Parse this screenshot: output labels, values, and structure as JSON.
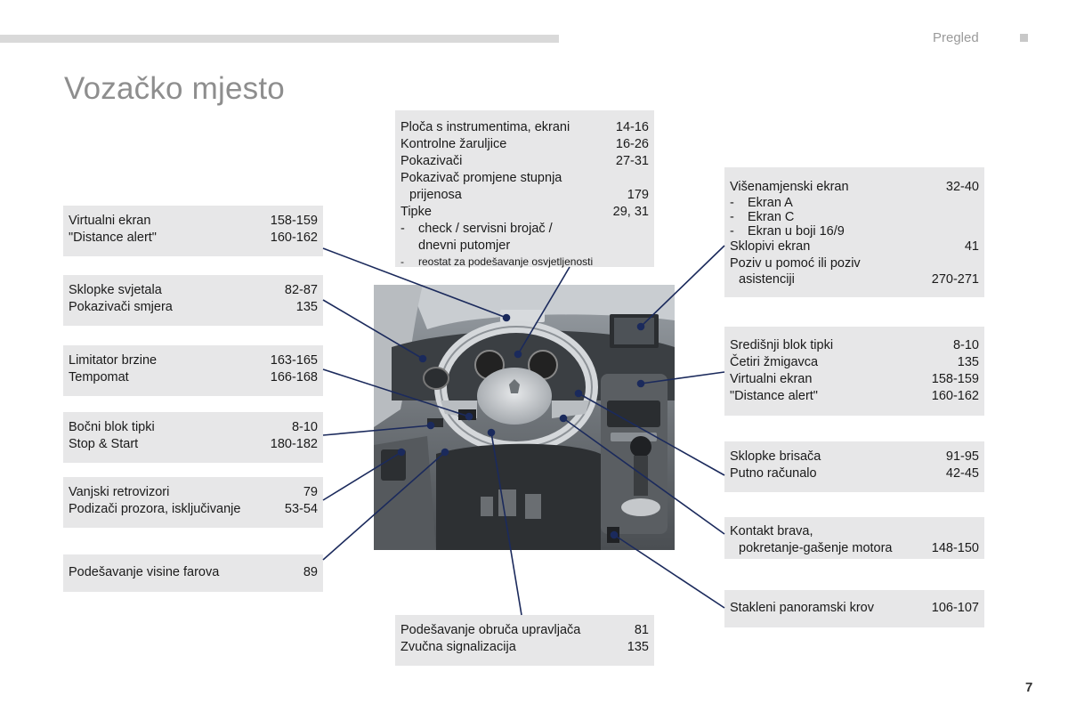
{
  "header": {
    "section_label": "Pregled"
  },
  "page": {
    "title": "Vozačko mjesto",
    "number": "7"
  },
  "boxes": {
    "top": {
      "rows": [
        {
          "label": "Ploča s instrumentima, ekrani",
          "page": "14-16"
        },
        {
          "label": "Kontrolne žaruljice",
          "page": "16-26"
        },
        {
          "label": "Pokazivači",
          "page": "27-31"
        },
        {
          "label": "Pokazivač promjene stupnja",
          "page": ""
        },
        {
          "label": "prijenosa",
          "page": "179"
        },
        {
          "label": "Tipke",
          "page": "29, 31"
        },
        {
          "label": "check / servisni brojač / dnevni putomjer",
          "page": ""
        },
        {
          "label": "reostat za podešavanje osvjetljenosti",
          "page": ""
        }
      ]
    },
    "left": [
      {
        "rows": [
          {
            "label": "Virtualni ekran",
            "page": "158-159"
          },
          {
            "label": "\"Distance alert\"",
            "page": "160-162"
          }
        ]
      },
      {
        "rows": [
          {
            "label": "Sklopke svjetala",
            "page": "82-87"
          },
          {
            "label": "Pokazivači smjera",
            "page": "135"
          }
        ]
      },
      {
        "rows": [
          {
            "label": "Limitator brzine",
            "page": "163-165"
          },
          {
            "label": "Tempomat",
            "page": "166-168"
          }
        ]
      },
      {
        "rows": [
          {
            "label": "Bočni blok tipki",
            "page": "8-10"
          },
          {
            "label": "Stop & Start",
            "page": "180-182"
          }
        ]
      },
      {
        "rows": [
          {
            "label": "Vanjski retrovizori",
            "page": "79"
          },
          {
            "label": "Podizači prozora, isključivanje",
            "page": "53-54"
          }
        ]
      },
      {
        "rows": [
          {
            "label": "Podešavanje visine farova",
            "page": "89"
          }
        ]
      }
    ],
    "right": [
      {
        "rows": [
          {
            "label": "Višenamjenski ekran",
            "page": "32-40"
          },
          {
            "label": "Ekran A",
            "page": ""
          },
          {
            "label": "Ekran C",
            "page": ""
          },
          {
            "label": "Ekran u boji 16/9",
            "page": ""
          },
          {
            "label": "Sklopivi ekran",
            "page": "41"
          },
          {
            "label": "Poziv u pomoć ili poziv",
            "page": ""
          },
          {
            "label": "asistenciji",
            "page": "270-271"
          }
        ]
      },
      {
        "rows": [
          {
            "label": "Središnji blok tipki",
            "page": "8-10"
          },
          {
            "label": "Četiri žmigavca",
            "page": "135"
          },
          {
            "label": "Virtualni ekran",
            "page": "158-159"
          },
          {
            "label": "\"Distance alert\"",
            "page": "160-162"
          }
        ]
      },
      {
        "rows": [
          {
            "label": "Sklopke brisača",
            "page": "91-95"
          },
          {
            "label": "Putno računalo",
            "page": "42-45"
          }
        ]
      },
      {
        "rows": [
          {
            "label": "Kontakt brava,",
            "page": ""
          },
          {
            "label": "pokretanje-gašenje motora",
            "page": "148-150"
          }
        ]
      },
      {
        "rows": [
          {
            "label": "Stakleni panoramski krov",
            "page": "106-107"
          }
        ]
      }
    ],
    "bottom": {
      "rows": [
        {
          "label": "Podešavanje obruča upravljača",
          "page": "81"
        },
        {
          "label": "Zvučna signalizacija",
          "page": "135"
        }
      ]
    }
  },
  "colors": {
    "callout_line": "#1b2a5c",
    "box_bg": "#e7e7e8",
    "title": "#8e8e8e"
  }
}
